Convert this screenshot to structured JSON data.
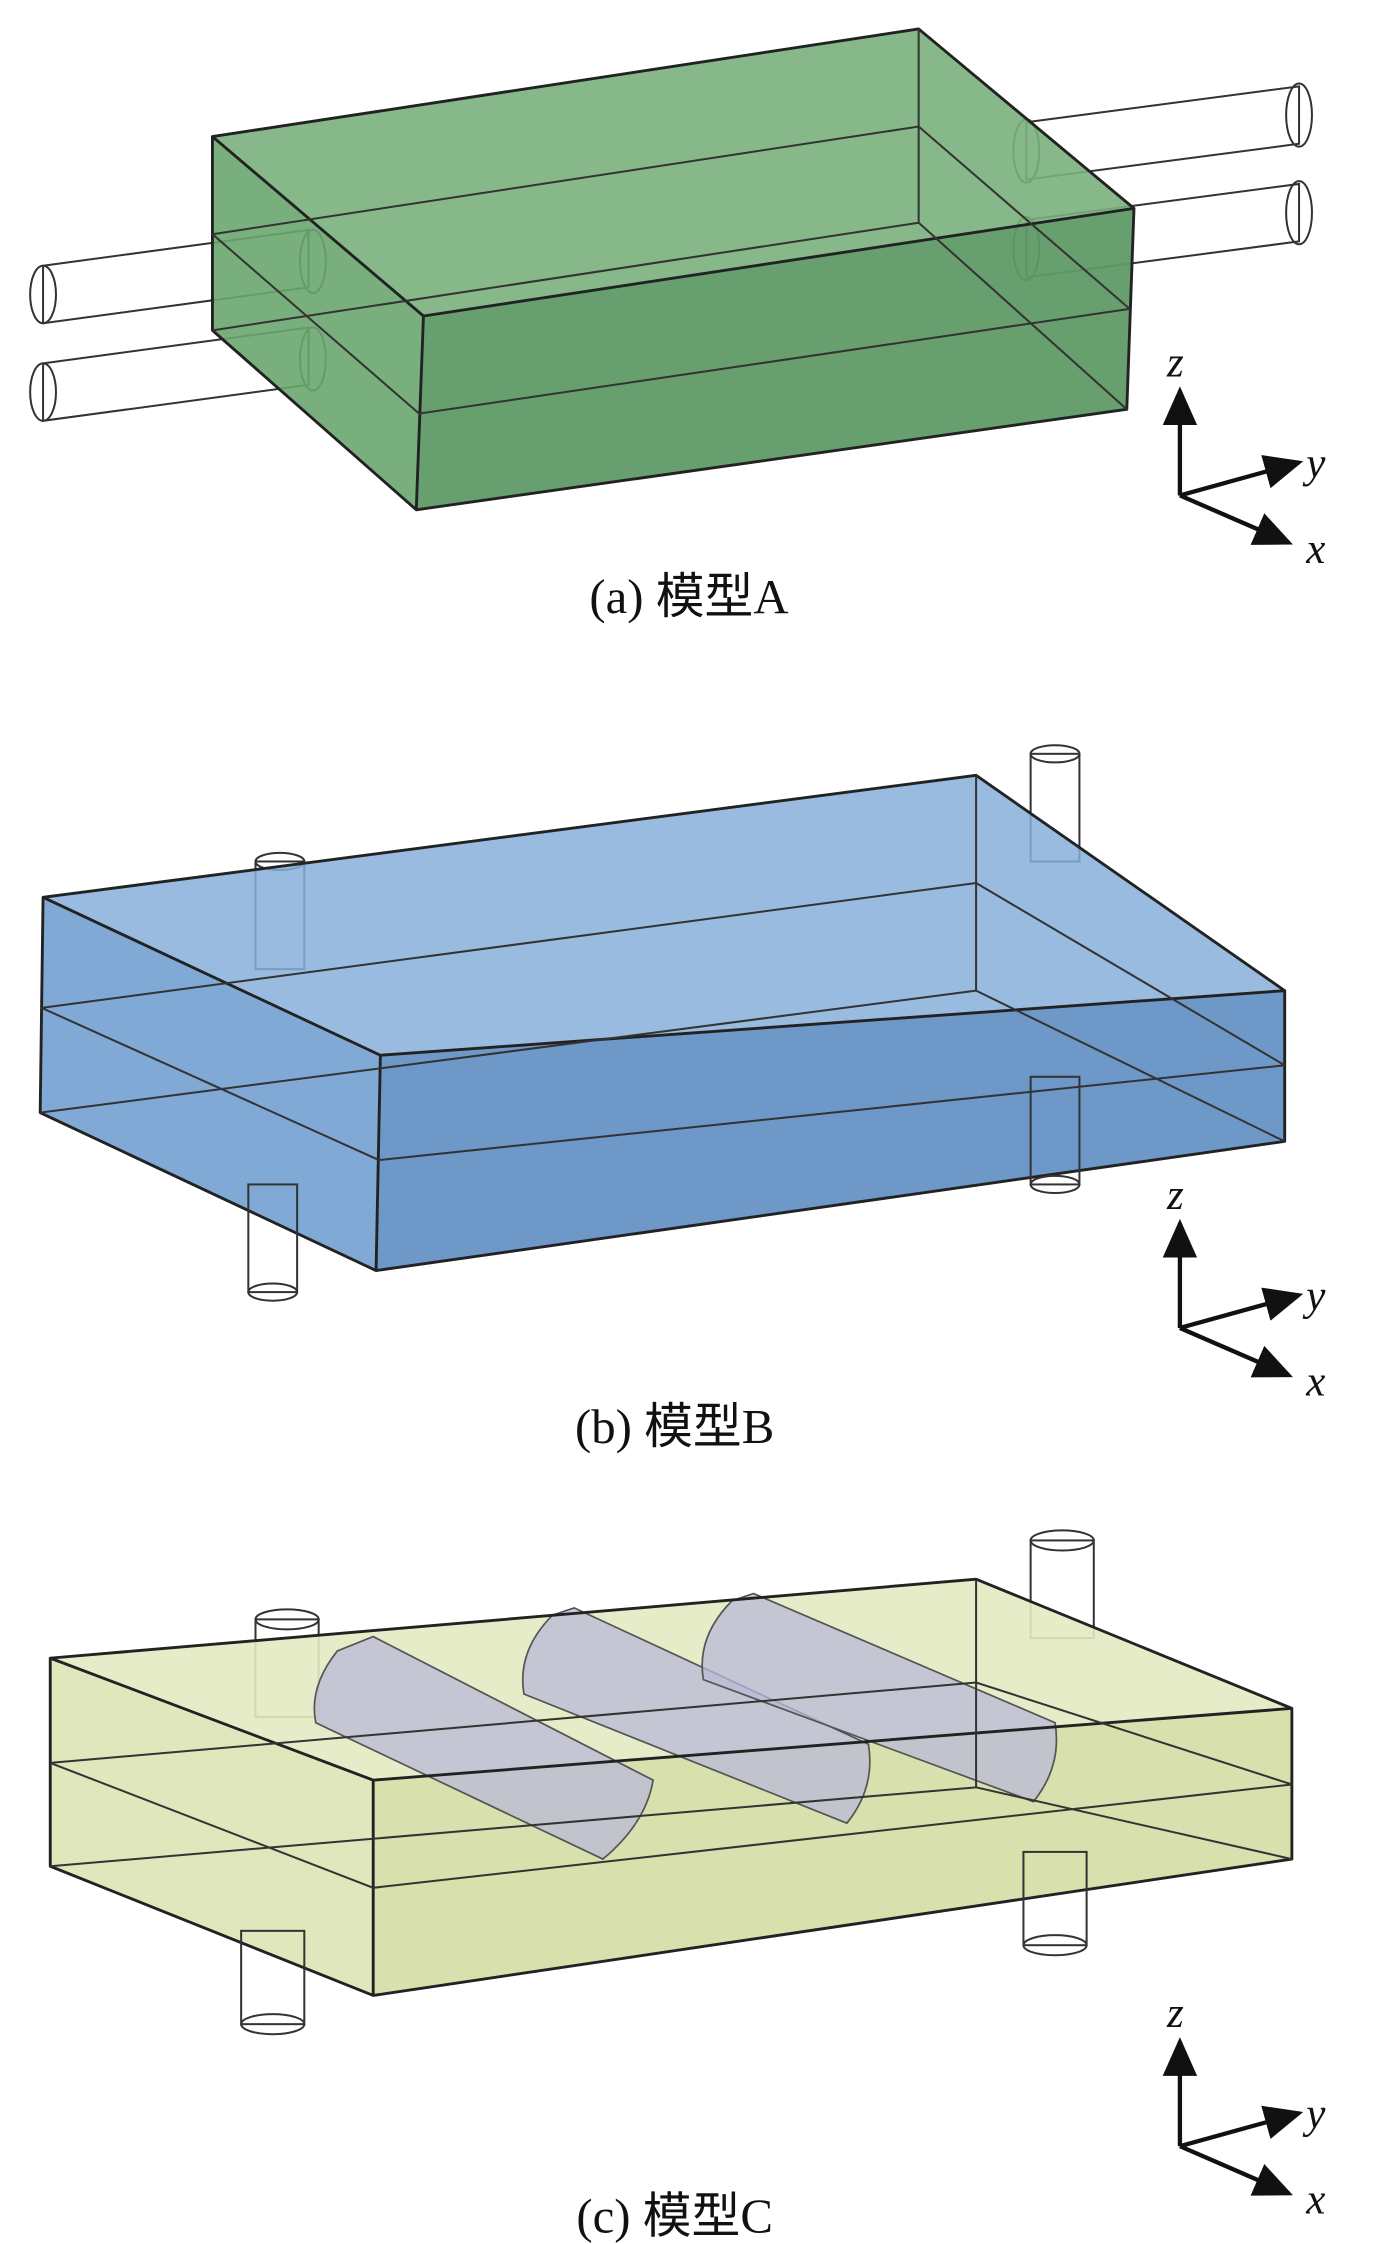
{
  "panels": [
    {
      "id": "a",
      "caption": "(a) 模型A",
      "color": "#6aa56f"
    },
    {
      "id": "b",
      "caption": "(b) 模型B",
      "color": "#6f9fd0"
    },
    {
      "id": "c",
      "caption": "(c) 模型C",
      "color": "#dfe6b8",
      "baffle_color": "#b9b9d8"
    }
  ],
  "axes": {
    "z": "z",
    "y": "y",
    "x": "x"
  }
}
